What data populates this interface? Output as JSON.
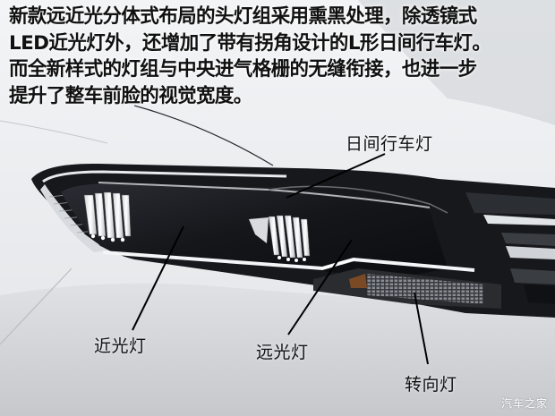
{
  "caption": {
    "lines": [
      "新款远近光分体式布局的头灯组采用熏黑处理，除透镜式",
      "LED近光灯外，还增加了带有拐角设计的L形日间行车灯。",
      "而全新样式的灯组与中央进气格栅的无缝衔接，也进一步",
      "提升了整车前脸的视觉宽度。"
    ]
  },
  "labels": {
    "drl": "日间行车灯",
    "low_beam": "近光灯",
    "high_beam": "远光灯",
    "turn_signal": "转向灯"
  },
  "watermark": "汽车之家",
  "colors": {
    "body_paint": "#e4e6e9",
    "lens_dark": "#1a1c20",
    "chrome": "#f2f4f6",
    "amber": "#8a4a1c",
    "text": "#111111"
  }
}
